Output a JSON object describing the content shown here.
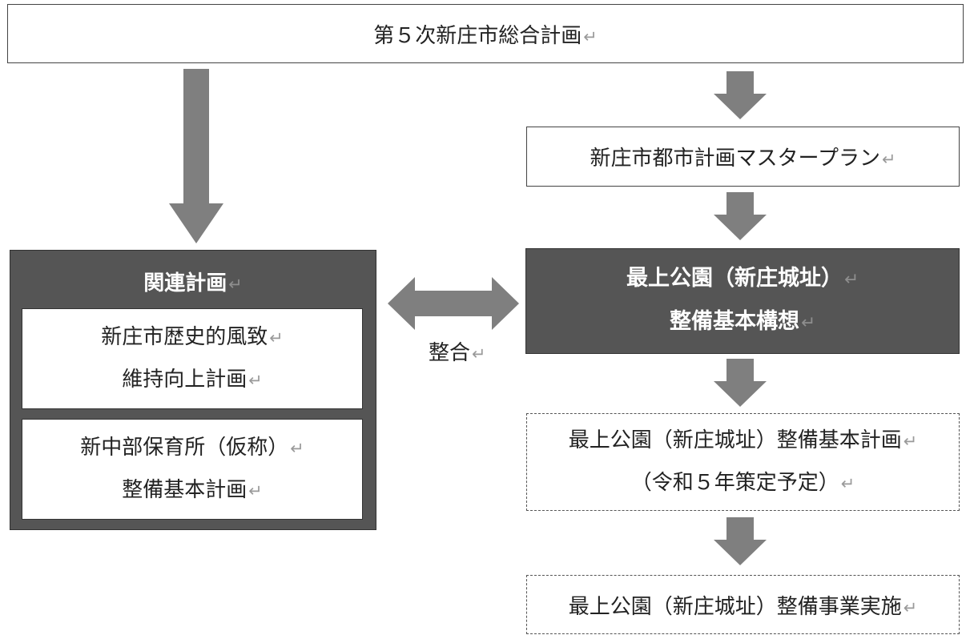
{
  "return_mark": "↵",
  "top_plan": "第５次新庄市総合計画",
  "master_plan": "新庄市都市計画マスタープラン",
  "concept": {
    "line1": "最上公園（新庄城址）",
    "line2": "整備基本構想"
  },
  "related": {
    "title": "関連計画",
    "items": [
      {
        "line1": "新庄市歴史的風致",
        "line2": "維持向上計画"
      },
      {
        "line1": "新中部保育所（仮称）",
        "line2": "整備基本計画"
      }
    ]
  },
  "coordination_label": "整合",
  "basic_plan": {
    "line1": "最上公園（新庄城址）整備基本計画",
    "line2": "（令和５年策定予定）"
  },
  "project": "最上公園（新庄城址）整備事業実施",
  "colors": {
    "arrow": "#7f7f7f",
    "dark_box": "#555555",
    "border": "#444444"
  }
}
